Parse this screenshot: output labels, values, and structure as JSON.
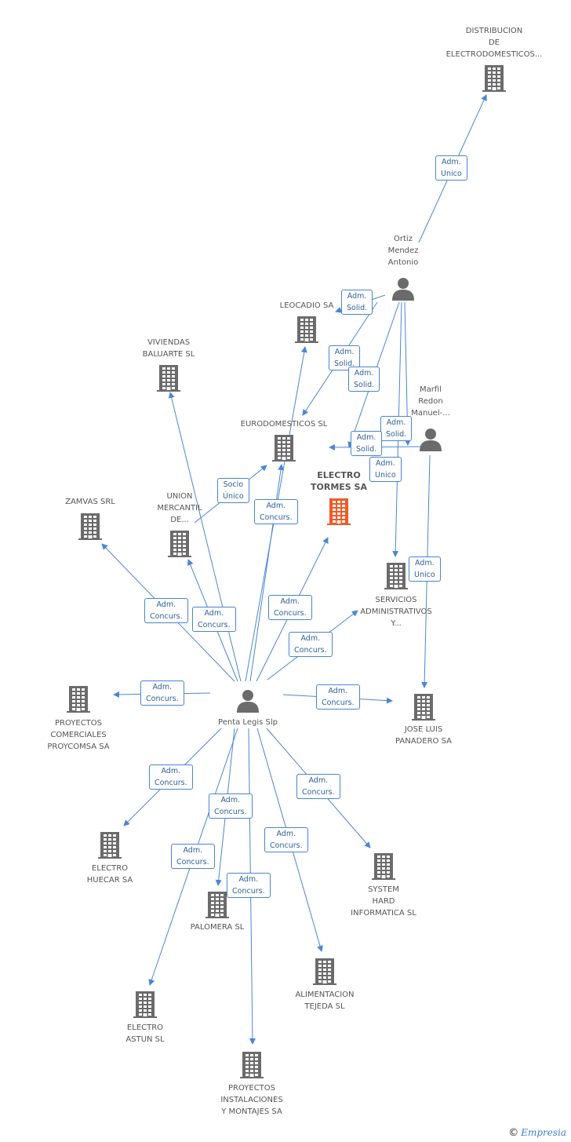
{
  "colors": {
    "edge": "#4a86d6",
    "building": "#6b6b6b",
    "building_main": "#f05a28",
    "person": "#6b6b6b"
  },
  "footer": {
    "copyright": "©",
    "brand": "Empresia"
  },
  "nodes": [
    {
      "id": "distribucion",
      "type": "company",
      "label": [
        "DISTRIBUCION",
        "DE",
        "ELECTRODOMESTICOS..."
      ]
    },
    {
      "id": "ortiz",
      "type": "person",
      "label": [
        "Ortiz",
        "Mendez",
        "Antonio"
      ]
    },
    {
      "id": "leocadio",
      "type": "company",
      "label": [
        "LEOCADIO SA"
      ]
    },
    {
      "id": "viviendas",
      "type": "company",
      "label": [
        "VIVIENDAS",
        "BALUARTE SL"
      ]
    },
    {
      "id": "marfil",
      "type": "person",
      "label": [
        "Marfil",
        "Redon",
        "Manuel-..."
      ]
    },
    {
      "id": "eurodomesticos",
      "type": "company",
      "label": [
        "EURODOMESTICOS SL"
      ]
    },
    {
      "id": "electro_tormes",
      "type": "company_main",
      "label": [
        "ELECTRO",
        "TORMES SA"
      ]
    },
    {
      "id": "zamvas",
      "type": "company",
      "label": [
        "ZAMVAS SRL"
      ]
    },
    {
      "id": "union",
      "type": "company",
      "label": [
        "UNION",
        "MERCANTIL",
        "DE..."
      ]
    },
    {
      "id": "servicios",
      "type": "company",
      "label": [
        "SERVICIOS",
        "ADMINISTRATIVOS",
        "Y..."
      ]
    },
    {
      "id": "penta",
      "type": "person",
      "label": [
        "Penta Legis Slp"
      ]
    },
    {
      "id": "proycomsa",
      "type": "company",
      "label": [
        "PROYECTOS",
        "COMERCIALES",
        "PROYCOMSA SA"
      ]
    },
    {
      "id": "panadero",
      "type": "company",
      "label": [
        "JOSE LUIS",
        "PANADERO SA"
      ]
    },
    {
      "id": "huecar",
      "type": "company",
      "label": [
        "ELECTRO",
        "HUECAR SA"
      ]
    },
    {
      "id": "system",
      "type": "company",
      "label": [
        "SYSTEM",
        "HARD",
        "INFORMATICA SL"
      ]
    },
    {
      "id": "palomera",
      "type": "company",
      "label": [
        "PALOMERA SL"
      ]
    },
    {
      "id": "alimentacion",
      "type": "company",
      "label": [
        "ALIMENTACION",
        "TEJEDA SL"
      ]
    },
    {
      "id": "astun",
      "type": "company",
      "label": [
        "ELECTRO",
        "ASTUN SL"
      ]
    },
    {
      "id": "instalaciones",
      "type": "company",
      "label": [
        "PROYECTOS",
        "INSTALACIONES",
        "Y MONTAJES SA"
      ]
    }
  ],
  "edges": [
    {
      "from": "ortiz",
      "to": "distribucion",
      "label": [
        "Adm.",
        "Unico"
      ]
    },
    {
      "from": "ortiz",
      "to": "leocadio",
      "label": [
        "Adm.",
        "Solid."
      ]
    },
    {
      "from": "ortiz",
      "to": "eurodomesticos",
      "label": [
        "Adm.",
        "Solid."
      ]
    },
    {
      "from": "ortiz",
      "to": "electro_tormes",
      "label": [
        "Adm.",
        "Solid."
      ]
    },
    {
      "from": "ortiz",
      "to": "servicios",
      "label": [
        "Adm.",
        "Solid."
      ]
    },
    {
      "from": "ortiz",
      "to": "marfil",
      "label": [
        "Adm.",
        "Solid."
      ]
    },
    {
      "from": "marfil",
      "to": "electro_tormes",
      "label": [
        "Adm.",
        "Unico"
      ]
    },
    {
      "from": "marfil",
      "to": "panadero",
      "label": [
        "Adm.",
        "Unico"
      ]
    },
    {
      "from": "penta",
      "to": "viviendas",
      "label": []
    },
    {
      "from": "penta",
      "to": "leocadio",
      "label": []
    },
    {
      "from": "penta",
      "to": "eurodomesticos",
      "label": [
        "Adm.",
        "Concurs."
      ]
    },
    {
      "from": "penta",
      "to": "electro_tormes",
      "label": [
        "Adm.",
        "Concurs."
      ]
    },
    {
      "from": "union",
      "to": "eurodomesticos",
      "label": [
        "Socio",
        "Único"
      ]
    },
    {
      "from": "penta",
      "to": "zamvas",
      "label": [
        "Adm.",
        "Concurs."
      ]
    },
    {
      "from": "penta",
      "to": "union",
      "label": [
        "Adm.",
        "Concurs."
      ]
    },
    {
      "from": "penta",
      "to": "servicios",
      "label": [
        "Adm.",
        "Concurs."
      ]
    },
    {
      "from": "penta",
      "to": "proycomsa",
      "label": [
        "Adm.",
        "Concurs."
      ]
    },
    {
      "from": "penta",
      "to": "panadero",
      "label": [
        "Adm.",
        "Concurs."
      ]
    },
    {
      "from": "penta",
      "to": "huecar",
      "label": [
        "Adm.",
        "Concurs."
      ]
    },
    {
      "from": "penta",
      "to": "palomera",
      "label": [
        "Adm.",
        "Concurs."
      ]
    },
    {
      "from": "penta",
      "to": "system",
      "label": [
        "Adm.",
        "Concurs."
      ]
    },
    {
      "from": "penta",
      "to": "astun",
      "label": [
        "Adm.",
        "Concurs."
      ]
    },
    {
      "from": "penta",
      "to": "alimentacion",
      "label": [
        "Adm.",
        "Concurs."
      ]
    },
    {
      "from": "penta",
      "to": "instalaciones",
      "label": [
        "Adm.",
        "Concurs."
      ]
    }
  ]
}
